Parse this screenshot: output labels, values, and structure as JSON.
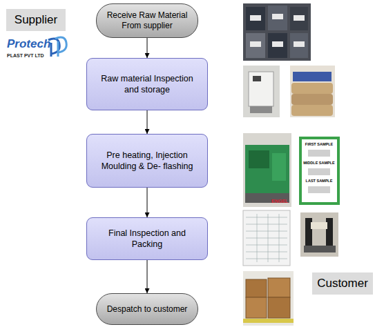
{
  "diagram": {
    "nodes": [
      {
        "text": [
          "Supplier"
        ]
      },
      {
        "text": [
          "Receive Raw Material From supplier"
        ]
      },
      {
        "text": [
          "Raw material Inspection and storage"
        ]
      },
      {
        "text": [
          "Pre heating, Injection Moulding & De- flashing"
        ]
      },
      {
        "text": [
          "Final Inspection and Packing"
        ]
      },
      {
        "text": [
          "Despatch to customer"
        ]
      },
      {
        "text": [
          "Customer"
        ]
      }
    ],
    "edges": [
      {
        "from": 1,
        "to": 2,
        "arrow": "to"
      },
      {
        "from": 2,
        "to": 3,
        "arrow": "to"
      },
      {
        "from": 3,
        "to": 4,
        "arrow": "to"
      },
      {
        "from": 4,
        "to": 5,
        "arrow": "to"
      }
    ],
    "labels": [
      "Protech",
      "PLAST PVT LTD",
      "ENGEL",
      "FIRST SAMPLE",
      "MIDDLE SAMPLE",
      "LAST SAMPLE"
    ]
  }
}
